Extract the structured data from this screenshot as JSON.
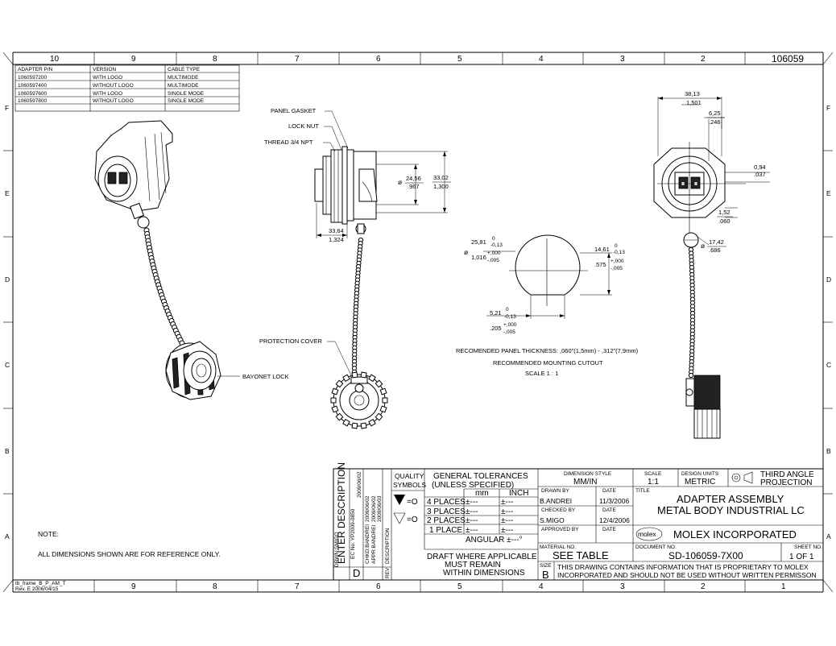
{
  "drawing_number_top": "106059",
  "border": {
    "columns_top": [
      "10",
      "9",
      "8",
      "7",
      "6",
      "5",
      "4",
      "3",
      "2"
    ],
    "columns_bottom": [
      "9",
      "8",
      "7",
      "6",
      "5",
      "4",
      "3",
      "2",
      "1"
    ],
    "rows": [
      "F",
      "E",
      "D",
      "C",
      "B",
      "A"
    ]
  },
  "variant_table": {
    "headers": [
      "ADAPTER P/N",
      "VERSION",
      "CABLE TYPE"
    ],
    "rows": [
      [
        "1060597200",
        "WITH LOGO",
        "MULTIMODE"
      ],
      [
        "1060597400",
        "WITHOUT LOGO",
        "MULTIMODE"
      ],
      [
        "1060597600",
        "WITH LOGO",
        "SINGLE MODE"
      ],
      [
        "1060597800",
        "WITHOUT LOGO",
        "SINGLE MODE"
      ]
    ]
  },
  "callouts": {
    "panel_gasket": "PANEL GASKET",
    "lock_nut": "LOCK NUT",
    "thread": "THREAD 3/4 NPT",
    "protection_cover": "PROTECTION COVER",
    "bayonet_lock": "BAYONET LOCK"
  },
  "side_view_dims": {
    "dia_inner_mm": "24,56",
    "dia_inner_in": ".967",
    "dia_outer_mm": "33,02",
    "dia_outer_in": "1,300",
    "length_mm": "33,64",
    "length_in": "1,324",
    "dia_symbol": "ø"
  },
  "front_view_dims": {
    "width_mm": "38,13",
    "width_in": "1,501",
    "offset_mm": "6,25",
    "offset_in": ".246",
    "gap_mm": "0,94",
    "gap_in": ".037",
    "step_mm": "1,52",
    "step_in": ".060",
    "ball_mm": "17,42",
    "ball_in": ".686",
    "dia_symbol": "ø"
  },
  "cutout": {
    "dia_mm": "25,81",
    "dia_mm_tol_up": "0",
    "dia_mm_tol_dn": "-0,13",
    "dia_in": "1,016",
    "dia_in_tol_up": "+,000",
    "dia_in_tol_dn": "-,005",
    "flat_mm": "14,61",
    "flat_mm_tol_up": "0",
    "flat_mm_tol_dn": "-0,13",
    "flat_in": ".575",
    "flat_in_tol_up": "+,000",
    "flat_in_tol_dn": "-,005",
    "key_mm": "5,21",
    "key_mm_tol_up": "0",
    "key_mm_tol_dn": "-0,13",
    "key_in": ".205",
    "key_in_tol_up": "+,000",
    "key_in_tol_dn": "-,005",
    "dia_symbol": "ø",
    "panel_thickness": "RECOMENDED PANEL THICKNESS: ,060\"(1,5mm) - ,312\"(7,9mm)",
    "caption": "RECOMMENDED MOUNTING CUTOUT",
    "scale": "SCALE 1 : 1"
  },
  "notes": {
    "heading": "NOTE:",
    "line1": "ALL DIMENSIONS SHOWN ARE FOR REFERENCE ONLY."
  },
  "frame_id": {
    "line1": "tb_frame_B_P_AM_T",
    "line2": "Rev. E 2006/04/15"
  },
  "title_block": {
    "revision_label": "ENTER DESCRIPTION",
    "revision_ec": "EC No: YP2009-0850",
    "revision_dates": [
      "2009/06/02",
      "2009/06/02",
      "2009/06/02",
      "2009/06/03"
    ],
    "revision_people": [
      "DRWN:SMIGO",
      "CHKD:BANDREI",
      "APPR:BANDREI"
    ],
    "revision_letter": "D",
    "description_label": "DESCRIPTION",
    "rev_label": "REV",
    "quality_label": "QUALITY",
    "symbols_label": "SYMBOLS",
    "quality_sym1": "=O",
    "quality_sym2": "=O",
    "general_tolerances": "GENERAL TOLERANCES",
    "unless_specified": "(UNLESS SPECIFIED)",
    "mm_label": "mm",
    "inch_label": "INCH",
    "places": [
      "4 PLACES",
      "3 PLACES",
      "2 PLACES",
      "1 PLACE"
    ],
    "tol_value": "±---",
    "angular": "ANGULAR ±---°",
    "draft_note": [
      "DRAFT WHERE APPLICABLE",
      "MUST REMAIN",
      "WITHIN DIMENSIONS"
    ],
    "dimension_style_label": "DIMENSION STYLE",
    "dimension_style": "MM/IN",
    "scale_label": "SCALE",
    "scale": "1:1",
    "design_units_label": "DESIGN UNITS",
    "design_units": "METRIC",
    "projection_line1": "THIRD ANGLE",
    "projection_line2": "PROJECTION",
    "drawn_by_label": "DRAWN BY",
    "drawn_by": "B.ANDREI",
    "drawn_date_label": "DATE",
    "drawn_date": "11/3/2006",
    "checked_by_label": "CHECKED BY",
    "checked_by": "S.MIGO",
    "checked_date_label": "DATE",
    "checked_date": "12/4/2006",
    "approved_by_label": "APPROVED BY",
    "approved_date_label": "DATE",
    "title_label": "TITLE",
    "title_line1": "ADAPTER ASSEMBLY",
    "title_line2": "METAL BODY INDUSTRIAL LC",
    "logo": "molex",
    "company": "MOLEX INCORPORATED",
    "material_label": "MATERIAL NO.",
    "material": "SEE TABLE",
    "document_label": "DOCUMENT NO.",
    "document": "SD-106059-7X00",
    "sheet_label": "SHEET NO.",
    "sheet": "1 OF 1",
    "size_label": "SIZE",
    "size": "B",
    "proprietary_1": "THIS DRAWING CONTAINS INFORMATION THAT IS PROPRIETARY TO MOLEX",
    "proprietary_2": "INCORPORATED AND SHOULD NOT BE USED WITHOUT WRITTEN PERMISSON"
  }
}
